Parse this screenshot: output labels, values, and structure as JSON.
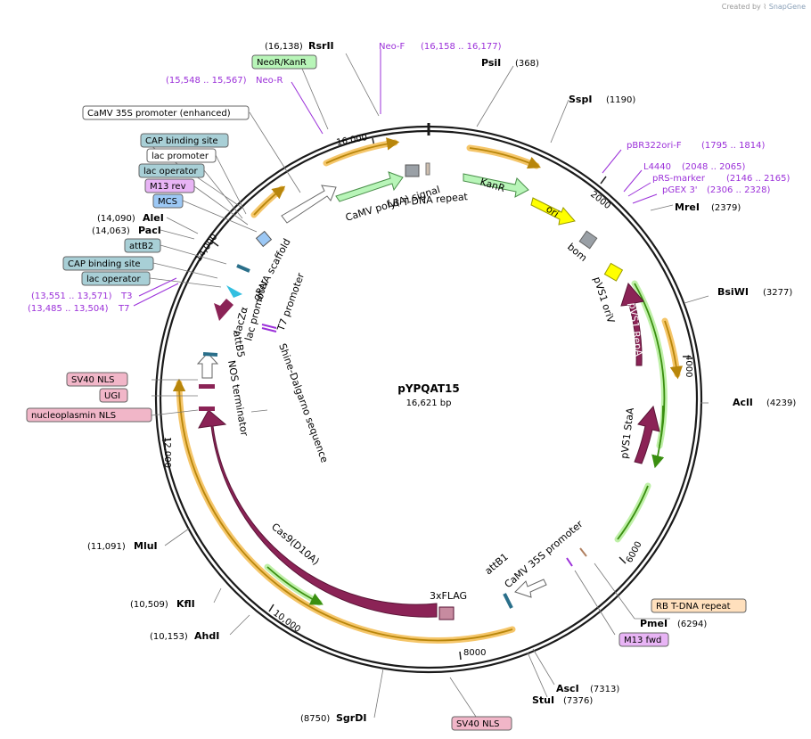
{
  "credit": {
    "prefix": "Created by",
    "brand": "SnapGene"
  },
  "plasmid": {
    "name": "pYPQAT15",
    "length": "16,621 bp"
  },
  "ticks": {
    "t2000": "2000",
    "t4000": "4000",
    "t6000": "6000",
    "t8000": "8000",
    "t10000": "10,000",
    "t12000": "12,000",
    "t14000": "14,000",
    "t16000": "16,000"
  },
  "sites": {
    "rsrii": {
      "name": "RsrII",
      "pos": "(16,138)"
    },
    "psii": {
      "name": "PsiI",
      "pos": "(368)"
    },
    "sspi": {
      "name": "SspI",
      "pos": "(1190)"
    },
    "srei": {
      "name": "MreI",
      "pos": "(2379)"
    },
    "bsiwi": {
      "name": "BsiWI",
      "pos": "(3277)"
    },
    "acli": {
      "name": "AclI",
      "pos": "(4239)"
    },
    "pmei": {
      "name": "PmeI",
      "pos": "(6294)"
    },
    "asci": {
      "name": "AscI",
      "pos": "(7313)"
    },
    "stui": {
      "name": "StuI",
      "pos": "(7376)"
    },
    "sgrdi": {
      "name": "SgrDI",
      "pos": "(8750)"
    },
    "ahdi": {
      "name": "AhdI",
      "pos": "(10,153)"
    },
    "kfli": {
      "name": "KflI",
      "pos": "(10,509)"
    },
    "mlui": {
      "name": "MluI",
      "pos": "(11,091)"
    },
    "alei": {
      "name": "AleI",
      "pos": "(14,090)"
    },
    "paci": {
      "name": "PacI",
      "pos": "(14,063)"
    }
  },
  "primers": {
    "neof": {
      "name": "Neo-F",
      "range": "(16,158 .. 16,177)"
    },
    "neor": {
      "name": "Neo-R",
      "range": "(15,548 .. 15,567)"
    },
    "pbr": {
      "name": "pBR322ori-F",
      "range": "(1795 .. 1814)"
    },
    "l4440": {
      "name": "L4440",
      "range": "(2048 .. 2065)"
    },
    "prs": {
      "name": "pRS-marker",
      "range": "(2146 .. 2165)"
    },
    "pgex": {
      "name": "pGEX 3'",
      "range": "(2306 .. 2328)"
    },
    "t3": {
      "name": "T3",
      "range": "(13,551 .. 13,571)"
    },
    "t7": {
      "name": "T7",
      "range": "(13,485 .. 13,504)"
    }
  },
  "boxes": {
    "neokan": "NeoR/KanR",
    "camv_enh": "CaMV 35S promoter (enhanced)",
    "cap1": "CAP binding site",
    "lacprom": "lac promoter",
    "lacop1": "lac operator",
    "m13rev": "M13 rev",
    "mcs": "MCS",
    "attb2": "attB2",
    "cap2": "CAP binding site",
    "lacop2": "lac operator",
    "sv40nls1": "SV40 NLS",
    "ugi": "UGI",
    "nucleo": "nucleoplasmin NLS",
    "rbtdna": "RB T-DNA repeat",
    "m13fwd": "M13 fwd",
    "sv40nls2": "SV40 NLS"
  },
  "features": {
    "camvpolya": "CaMV poly(A) signal",
    "lbtdna": "LB T-DNA repeat",
    "kanr": "KanR",
    "ori": "ori",
    "bom": "bom",
    "pvs1oriv": "pVS1 oriV",
    "pvs1repa": "pVS1 RepA",
    "pvs1staa": "pVS1 StaA",
    "camv35s": "CaMV 35S promoter",
    "attb1": "attB1",
    "flag": "3xFLAG",
    "cas9": "Cas9(D10A)",
    "nosterm": "NOS terminator",
    "attb5": "attB5",
    "shine": "Shine-Dalgarno sequence",
    "t7prom": "T7 promoter",
    "laczalpha": "lacZα",
    "lacprom2": "lac promoter",
    "grna": "gRNA scaffold"
  },
  "colors": {
    "backbone": "#1a1a1a",
    "primer": "#9b30d9",
    "orf_glow": "#f5c66a",
    "orf_line": "#b8860b",
    "green_glow": "#bff0a8",
    "green_line": "#3a8f10",
    "cas9": "#8b2356",
    "ori": "#ffff00",
    "kanr_fill": "#b8f5b8",
    "gray_feature": "#9aa0a6",
    "regulatory_blue": "#a8cfd6",
    "mcs_blue": "#9cc8f5",
    "pink": "#f1b6c8",
    "orange": "#ffe0bd",
    "primer_box": "#e8b4f5"
  }
}
